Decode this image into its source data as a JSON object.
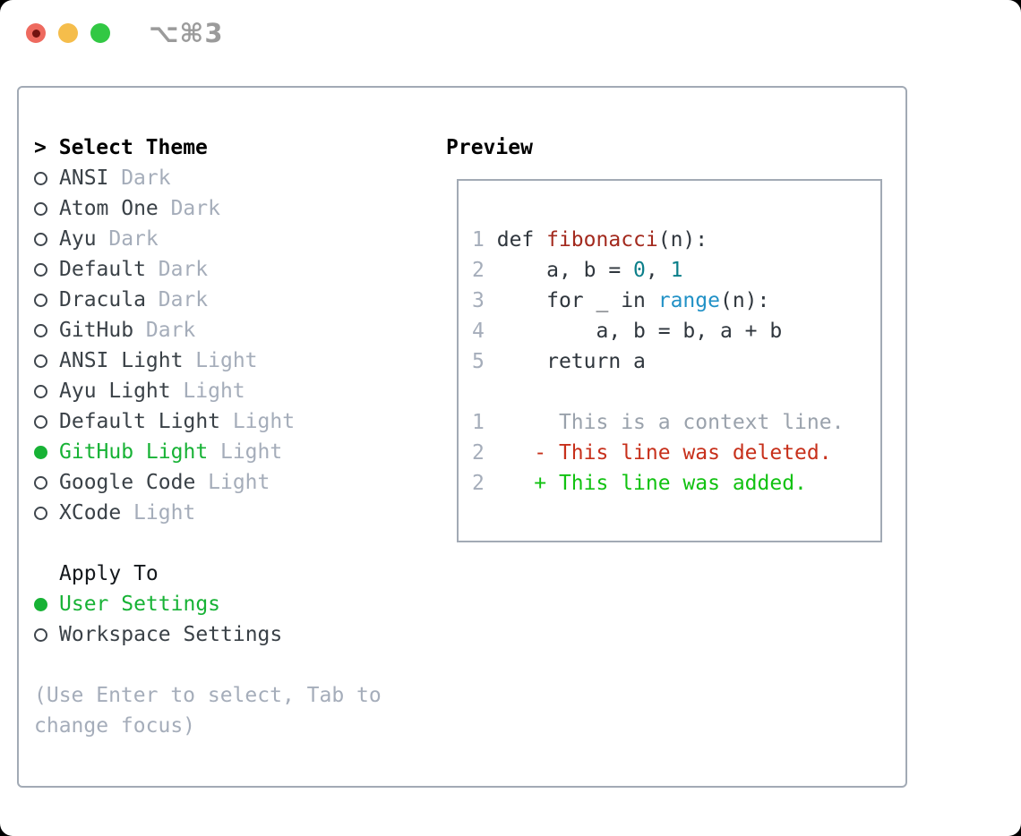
{
  "titlebar": {
    "shortcut": "⌥⌘3",
    "window_controls": [
      "close",
      "minimize",
      "zoom"
    ]
  },
  "theme_picker": {
    "header": {
      "marker": ">",
      "label": "Select Theme"
    },
    "themes": [
      {
        "name": "ANSI",
        "variant": "Dark",
        "selected": false
      },
      {
        "name": "Atom One",
        "variant": "Dark",
        "selected": false
      },
      {
        "name": "Ayu",
        "variant": "Dark",
        "selected": false
      },
      {
        "name": "Default",
        "variant": "Dark",
        "selected": false
      },
      {
        "name": "Dracula",
        "variant": "Dark",
        "selected": false
      },
      {
        "name": "GitHub",
        "variant": "Dark",
        "selected": false
      },
      {
        "name": "ANSI Light",
        "variant": "Light",
        "selected": false
      },
      {
        "name": "Ayu Light",
        "variant": "Light",
        "selected": false
      },
      {
        "name": "Default Light",
        "variant": "Light",
        "selected": false
      },
      {
        "name": "GitHub Light",
        "variant": "Light",
        "selected": true
      },
      {
        "name": "Google Code",
        "variant": "Light",
        "selected": false
      },
      {
        "name": "XCode",
        "variant": "Light",
        "selected": false
      }
    ],
    "apply_to": {
      "label": "Apply To",
      "options": [
        {
          "name": "User Settings",
          "selected": true
        },
        {
          "name": "Workspace Settings",
          "selected": false
        }
      ]
    },
    "hint_lines": [
      "(Use Enter to select, Tab to",
      "change focus)"
    ]
  },
  "preview": {
    "label": "Preview",
    "code_lines": [
      {
        "gutter": "1",
        "tokens": [
          {
            "text": "def ",
            "color": "fg"
          },
          {
            "text": "fibonacci",
            "color": "function"
          },
          {
            "text": "(n):",
            "color": "fg"
          }
        ]
      },
      {
        "gutter": "2",
        "tokens": [
          {
            "text": "    a, b = ",
            "color": "fg"
          },
          {
            "text": "0",
            "color": "number"
          },
          {
            "text": ", ",
            "color": "fg"
          },
          {
            "text": "1",
            "color": "number"
          }
        ]
      },
      {
        "gutter": "3",
        "tokens": [
          {
            "text": "    for _ in ",
            "color": "fg"
          },
          {
            "text": "range",
            "color": "builtin"
          },
          {
            "text": "(n):",
            "color": "fg"
          }
        ]
      },
      {
        "gutter": "4",
        "tokens": [
          {
            "text": "        a, b = b, a + b",
            "color": "fg"
          }
        ]
      },
      {
        "gutter": "5",
        "tokens": [
          {
            "text": "    return a",
            "color": "fg"
          }
        ]
      },
      {
        "gutter": "",
        "tokens": []
      },
      {
        "gutter": "1",
        "tokens": [
          {
            "text": "     This is a context line.",
            "color": "context"
          }
        ]
      },
      {
        "gutter": "2",
        "tokens": [
          {
            "text": "   - This line was deleted.",
            "color": "deleted"
          }
        ]
      },
      {
        "gutter": "2",
        "tokens": [
          {
            "text": "   + This line was added.",
            "color": "added"
          }
        ]
      }
    ]
  },
  "colors": {
    "selection_green": "#17b235",
    "theme_name": "#3a4147",
    "muted_gray": "#a5adba",
    "fg": "#2f363d",
    "function": "#a32a1e",
    "number": "#0c7f8a",
    "builtin": "#2191c6",
    "context": "#9aa2ac",
    "deleted": "#c7301b",
    "added": "#11c211",
    "gutter": "#a5adba",
    "panel_border": "#a2aab5",
    "traffic_red": "#ee6a5f",
    "traffic_yellow": "#f5bd4b",
    "traffic_green": "#32c844",
    "shortcut_gray": "#9b9b9b"
  }
}
